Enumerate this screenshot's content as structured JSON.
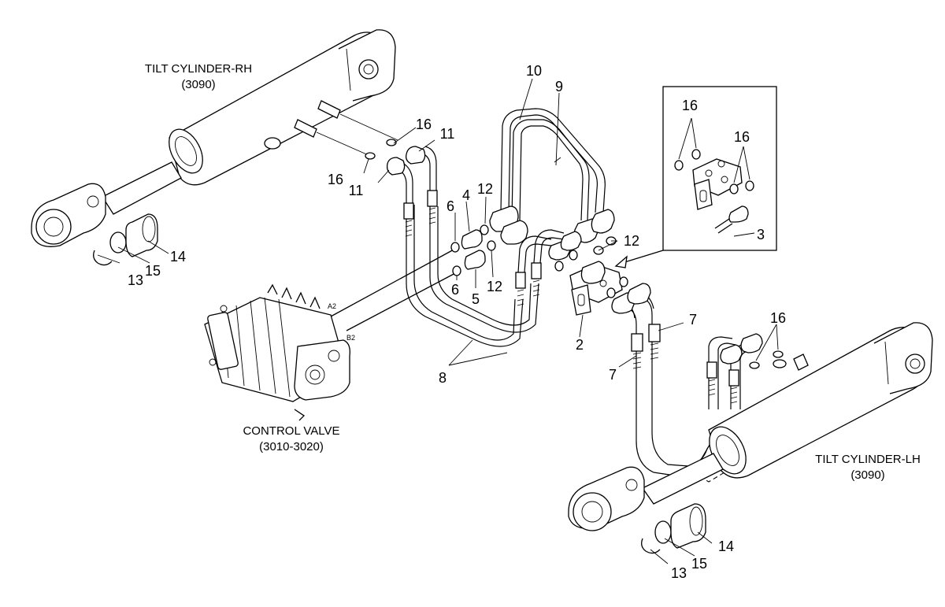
{
  "captions": {
    "tilt_rh_title": "TILT CYLINDER-RH",
    "tilt_rh_code": "(3090)",
    "control_valve_title": "CONTROL VALVE",
    "control_valve_code": "(3010-3020)",
    "tilt_lh_title": "TILT CYLINDER-LH",
    "tilt_lh_code": "(3090)"
  },
  "ports": {
    "a2": "A2",
    "b2": "B2"
  },
  "callouts": {
    "c2": "2",
    "c3": "3",
    "c4": "4",
    "c5": "5",
    "c6_top": "6",
    "c6_bottom": "6",
    "c7_upper": "7",
    "c7_lower": "7",
    "c8": "8",
    "c9": "9",
    "c10": "10",
    "c11_upper": "11",
    "c11_lower": "11",
    "c12_top": "12",
    "c12_bottom": "12",
    "c12_right": "12",
    "c13_rh": "13",
    "c13_lh": "13",
    "c14_rh": "14",
    "c14_lh": "14",
    "c15_rh": "15",
    "c15_lh": "15",
    "c16_rh_upper": "16",
    "c16_rh_lower": "16",
    "c16_inset_left": "16",
    "c16_inset_right": "16",
    "c16_lh": "16"
  }
}
